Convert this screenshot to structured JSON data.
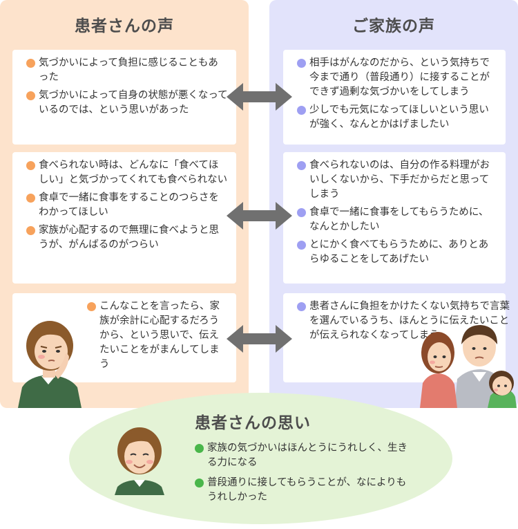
{
  "patient_voice": {
    "title": "患者さんの声",
    "cards": [
      {
        "items": [
          "気づかいによって負担に感じることもあった",
          "気づかいによって自身の状態が悪くなっているのでは、という思いがあった"
        ]
      },
      {
        "items": [
          "食べられない時は、どんなに「食べてほしい」と気づかってくれても食べられない",
          "食卓で一緒に食事をすることのつらさをわかってほしい",
          "家族が心配するので無理に食べようと思うが、がんばるのがつらい"
        ]
      },
      {
        "items": [
          "こんなことを言ったら、家族が余計に心配するだろうから、という思いで、伝えたいことをがまんしてしまう"
        ]
      }
    ]
  },
  "family_voice": {
    "title": "ご家族の声",
    "cards": [
      {
        "items": [
          "相手はがんなのだから、という気持ちで今まで通り（普段通り）に接することができず過剰な気づかいをしてしまう",
          "少しでも元気になってほしいという思いが強く、なんとかはげましたい"
        ]
      },
      {
        "items": [
          "食べられないのは、自分の作る料理がおいしくないから、下手だからだと思ってしまう",
          "食卓で一緒に食事をしてもらうために、なんとかしたい",
          "とにかく食べてもらうために、ありとあらゆることをしてあげたい"
        ]
      },
      {
        "items": [
          "患者さんに負担をかけたくない気持ちで言葉を選んでいるうち、ほんとうに伝えたいことが伝えられなくなってしまう"
        ]
      }
    ]
  },
  "patient_thoughts": {
    "title": "患者さんの思い",
    "items": [
      "家族の気づかいはほんとうにうれしく、生きる力になる",
      "普段通りに接してもらうことが、なによりもうれしかった"
    ]
  },
  "colors": {
    "patient_bg": "#fde3cc",
    "family_bg": "#e2e3fb",
    "thoughts_bg": "#e4f3d6",
    "patient_bullet": "#f7a25c",
    "family_bullet": "#9e9ff2",
    "thoughts_bullet": "#49b64a",
    "arrow": "#707070"
  },
  "icons": {
    "arrows": "double-headed-arrow-icon",
    "patient_figure": "worried-patient-illustration",
    "family_figure": "family-illustration",
    "smiling_patient": "smiling-patient-illustration"
  }
}
